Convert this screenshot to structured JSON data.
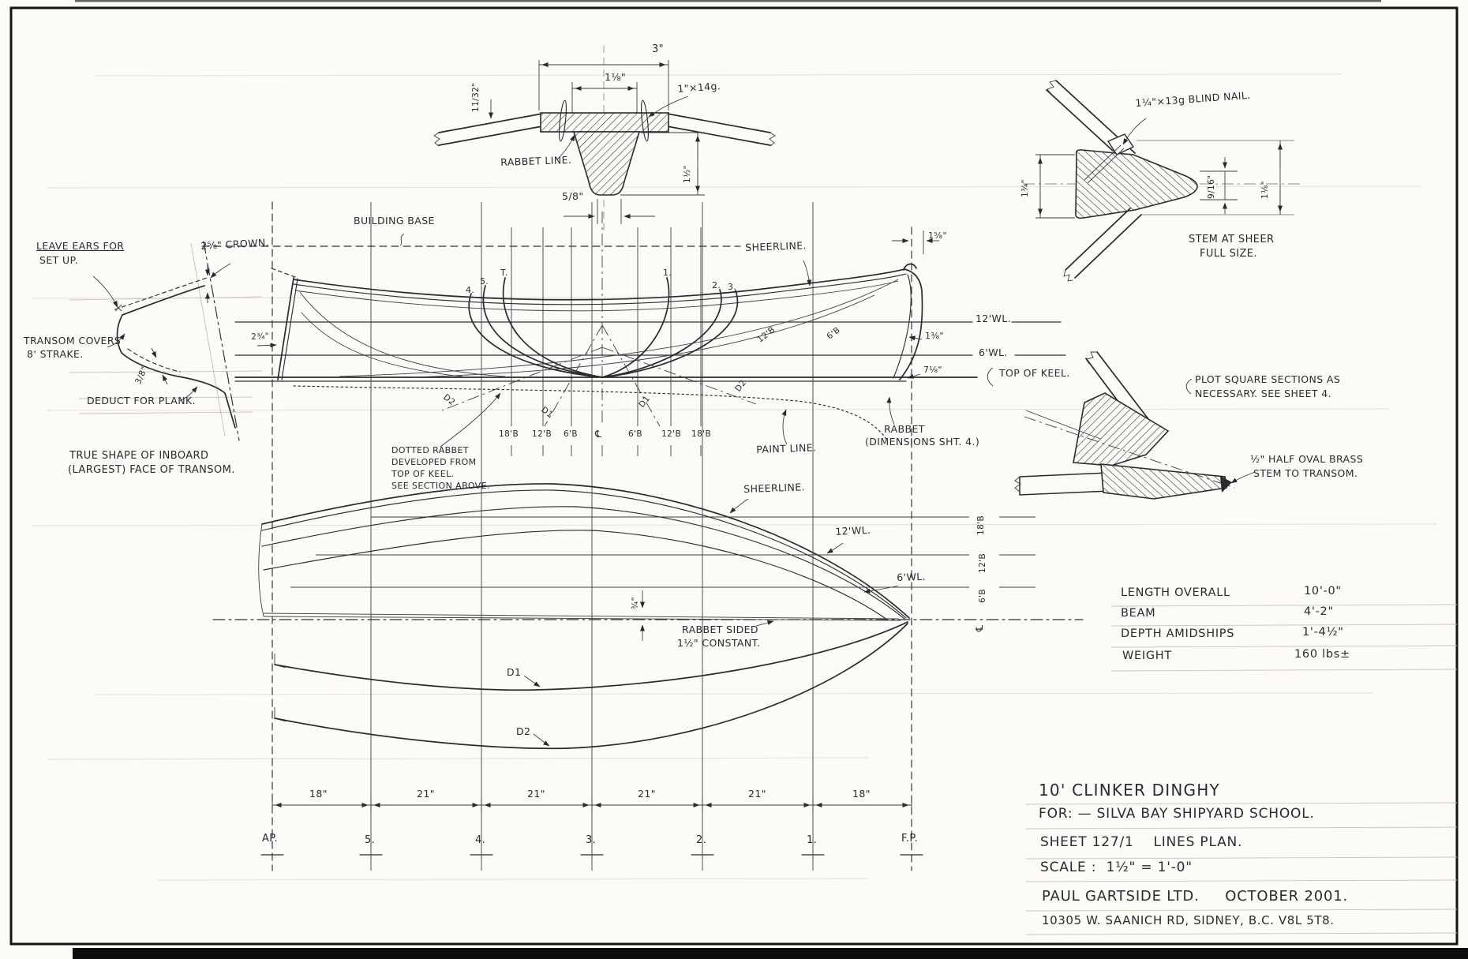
{
  "keel_section": {
    "width": "3\"",
    "half_width": "1⅛\"",
    "plank_thickness": "11/32\"",
    "nail": "1\"×14g.",
    "rabbet": "RABBET LINE.",
    "keel_depth": "1½\"",
    "keel_bottom": "5/8\""
  },
  "stem_detail": {
    "nail": "1¼\"×13g BLIND NAIL.",
    "height": "1¾\"",
    "nose": "9/16\"",
    "width": "1⅛\"",
    "caption_1": "STEM AT SHEER",
    "caption_2": "FULL SIZE."
  },
  "transom_detail": {
    "ears_1": "LEAVE EARS FOR",
    "ears_2": "SET UP.",
    "crown": "2⅝\" CROWN.",
    "covers_1": "TRANSOM COVERS",
    "covers_2": "8' STRAKE.",
    "deduct_dim": "3/8\"",
    "deduct": "DEDUCT FOR PLANK.",
    "caption_1": "TRUE SHAPE OF INBOARD",
    "caption_2": "(LARGEST) FACE OF TRANSOM."
  },
  "profile": {
    "building_base": "BUILDING BASE",
    "sheerline": "SHEERLINE.",
    "stem_offset": "1⅝\"",
    "wl12": "12'WL.",
    "wl6": "6'WL.",
    "dim_sheer": "1⅜\"",
    "dim_keel": "7⅛\"",
    "top_of_keel": "TOP OF KEEL.",
    "stern_dim": "2¾\"",
    "buttock12": "12'B",
    "buttock6": "6'B",
    "d1": "D1",
    "d2": "D2",
    "rabbet_1": "RABBET",
    "rabbet_2": "(DIMENSIONS SHT. 4.)",
    "paint_line": "PAINT LINE.",
    "dotted_note_1": "DOTTED RABBET",
    "dotted_note_2": "DEVELOPED FROM",
    "dotted_note_3": "TOP OF KEEL.",
    "dotted_note_4": "SEE SECTION ABOVE.",
    "sections": {
      "s1": "1.",
      "s2": "2.",
      "s3": "3.",
      "s4": "4.",
      "s5": "5.",
      "st": "T."
    },
    "buttock_row": [
      "18'B",
      "12'B",
      "6'B",
      "℄",
      "6'B",
      "12'B",
      "18'B"
    ]
  },
  "half_breadth": {
    "sheerline": "SHEERLINE.",
    "wl12": "12'WL.",
    "wl6": "6'WL.",
    "d1": "D1",
    "d2": "D2",
    "rabbet_1": "RABBET SIDED",
    "rabbet_2": "1½\" CONSTANT.",
    "half_siding": "¾\"",
    "buttock18": "18'B",
    "buttock12": "12'B",
    "buttock6": "6'B",
    "centerline": "℄"
  },
  "stations": {
    "labels": [
      "AP.",
      "5.",
      "4.",
      "3.",
      "2.",
      "1.",
      "F.P."
    ],
    "spacings": [
      "18\"",
      "21\"",
      "21\"",
      "21\"",
      "21\"",
      "18\""
    ]
  },
  "notes": {
    "plot_1": "PLOT SQUARE SECTIONS AS",
    "plot_2": "NECESSARY. SEE SHEET 4.",
    "brass_1": "½\" HALF OVAL BRASS",
    "brass_2": "STEM TO TRANSOM."
  },
  "specs": {
    "rows": [
      {
        "label": "LENGTH OVERALL",
        "value": "10'-0\""
      },
      {
        "label": "BEAM",
        "value": "4'-2\""
      },
      {
        "label": "DEPTH AMIDSHIPS",
        "value": "1'-4½\""
      },
      {
        "label": "WEIGHT",
        "value": "160 lbs±"
      }
    ]
  },
  "title_block": {
    "line1": "10' CLINKER DINGHY",
    "line2": "FOR: — SILVA BAY SHIPYARD SCHOOL.",
    "line3": "SHEET 127/1    LINES PLAN.",
    "line4": "SCALE :  1½\" = 1'-0\"",
    "line5": "PAUL GARTSIDE LTD.     OCTOBER 2001.",
    "line6": "10305 W. SAANICH RD, SIDNEY, B.C. V8L 5T8."
  }
}
